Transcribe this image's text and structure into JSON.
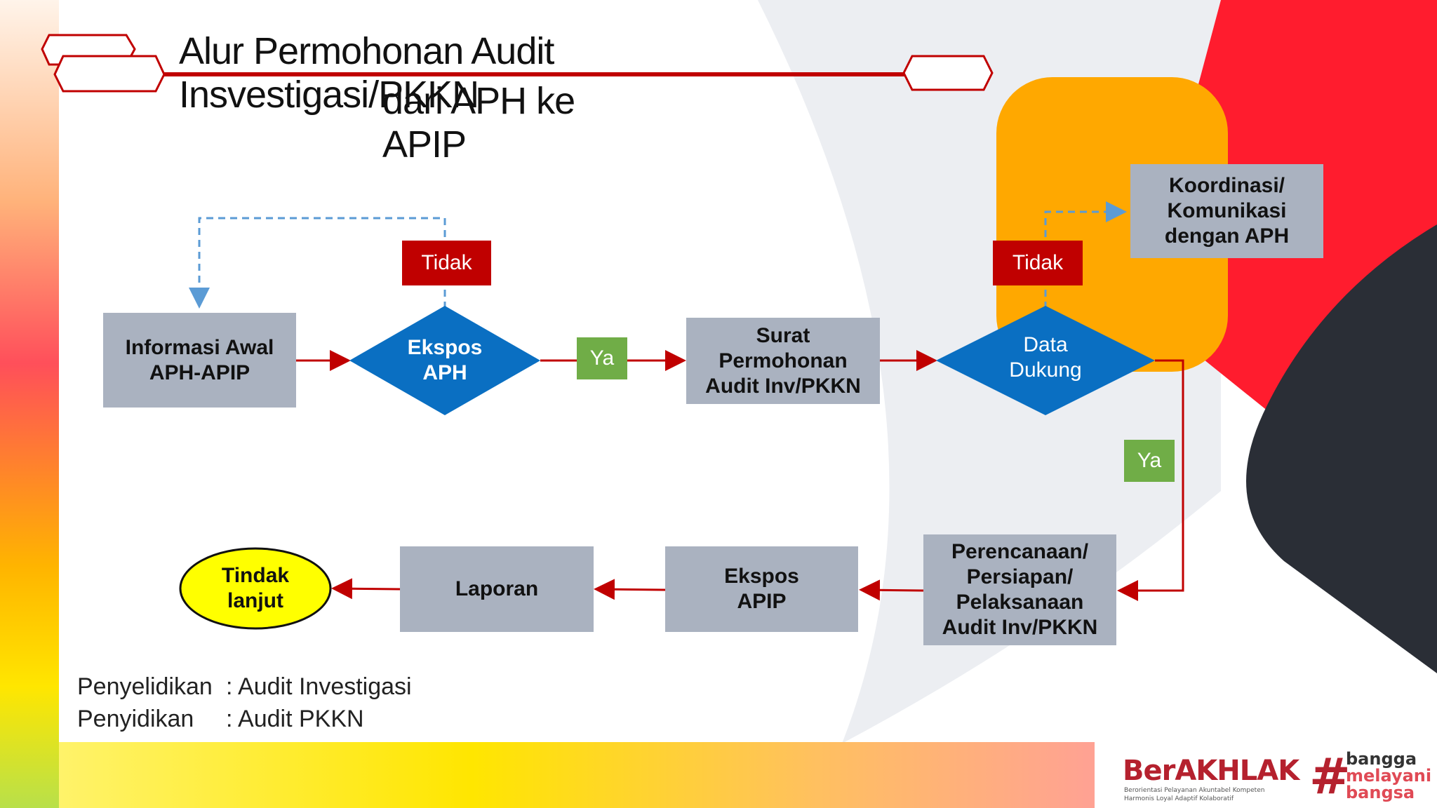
{
  "title": {
    "line1": "Alur Permohonan Audit Insvestigasi/PKKN",
    "line2": "dari APH ke APIP"
  },
  "nodes": {
    "informasi_awal": "Informasi Awal\nAPH-APIP",
    "ekspos_aph": "Ekspos\nAPH",
    "surat_permohonan": "Surat\nPermohonan\nAudit Inv/PKKN",
    "data_dukung": "Data\nDukung",
    "koordinasi": "Koordinasi/\nKomunikasi\ndengan APH",
    "perencanaan": "Perencanaan/\nPersiapan/\nPelaksanaan\nAudit Inv/PKKN",
    "ekspos_apip": "Ekspos\nAPIP",
    "laporan": "Laporan",
    "tindak_lanjut": "Tindak\nlanjut"
  },
  "tags": {
    "tidak_1": "Tidak",
    "tidak_2": "Tidak",
    "ya_1": "Ya",
    "ya_2": "Ya"
  },
  "notes": [
    {
      "term": "Penyelidikan",
      "value": ": Audit Investigasi"
    },
    {
      "term": "Penyidikan",
      "value": ": Audit PKKN"
    }
  ],
  "branding": {
    "berakhlak": "BerAKHLAK",
    "berakhlak_sub1": "Berorientasi Pelayanan Akuntabel Kompeten",
    "berakhlak_sub2": "Harmonis Loyal Adaptif Kolaboratif",
    "hashtag": "#",
    "bangga": "bangga",
    "melayani": "melayani",
    "bangsa": "bangsa"
  },
  "colors": {
    "box_gray": "#aab2c0",
    "diamond_blue": "#0a6fc2",
    "tag_red": "#c00000",
    "tag_green": "#70ad47",
    "arrow_red": "#c00000",
    "dashed_blue": "#5b9bd5",
    "oval_yellow": "#ffff00",
    "accent_red": "#ff1c2e",
    "accent_orange": "#ffa800",
    "accent_dark": "#2a2e36"
  }
}
